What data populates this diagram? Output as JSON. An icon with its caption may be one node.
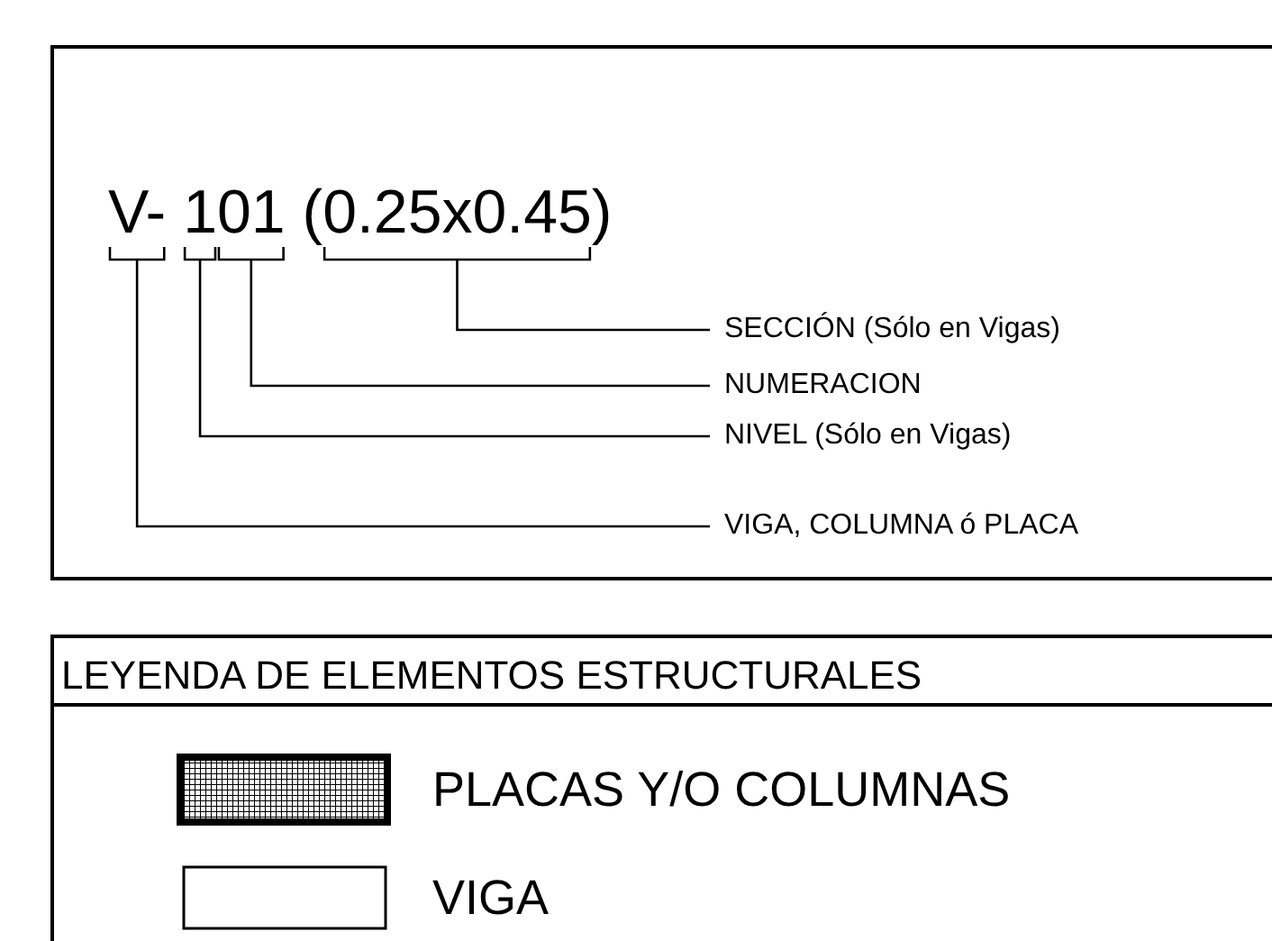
{
  "diagram": {
    "nodes": [
      {
        "text": [],
        "shape": "box"
      },
      {
        "text": [
          "V- 101 (0.25x0.45)"
        ],
        "in": 0
      },
      {
        "text": [
          "SECCIÓN (Sólo en Vigas)"
        ],
        "in": 0
      },
      {
        "text": [
          "NUMERACION"
        ],
        "in": 0
      },
      {
        "text": [
          "NIVEL (Sólo en Vigas)"
        ],
        "in": 0
      },
      {
        "text": [
          "VIGA, COLUMNA ó PLACA"
        ],
        "in": 0
      },
      {
        "text": [
          "LEYENDA DE ELEMENTOS ESTRUCTURALES"
        ]
      }
    ],
    "edges": [
      {
        "from": 2,
        "to": 1,
        "arrow": "none"
      },
      {
        "from": 3,
        "to": 1,
        "arrow": "none"
      },
      {
        "from": 4,
        "to": 1,
        "arrow": "none"
      },
      {
        "from": 5,
        "to": 1,
        "arrow": "none"
      }
    ],
    "legend": [
      {
        "text": "PLACAS Y/O COLUMNAS"
      },
      {
        "text": "VIGA"
      }
    ]
  }
}
